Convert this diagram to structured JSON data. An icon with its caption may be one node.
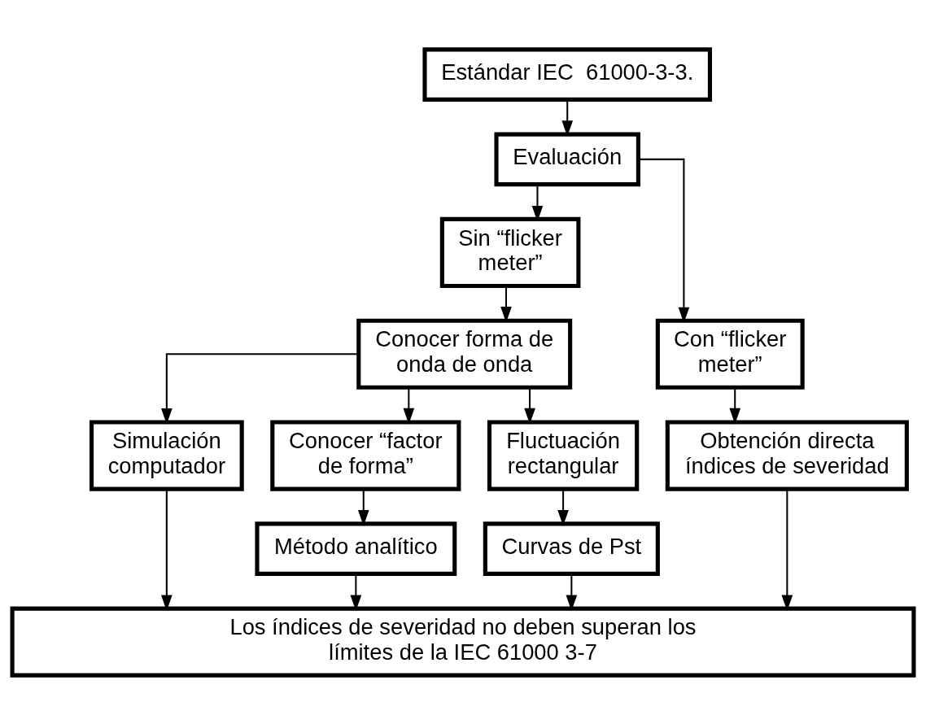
{
  "diagram": {
    "nodes": [
      {
        "text": [
          "Estándar IEC  61000-3-3."
        ]
      },
      {
        "text": [
          "Evaluación"
        ]
      },
      {
        "text": [
          "Sin “flickermeter”"
        ]
      },
      {
        "text": [
          "Conocer forma de onda de onda"
        ]
      },
      {
        "text": [
          "Con “flickermeter”"
        ]
      },
      {
        "text": [
          "Obtención directa índices de severidad"
        ]
      },
      {
        "text": [
          "Simulación computador"
        ]
      },
      {
        "text": [
          "Conocer “factor de forma”"
        ]
      },
      {
        "text": [
          "Fluctuación rectangular"
        ]
      },
      {
        "text": [
          "Método analítico"
        ]
      },
      {
        "text": [
          "Curvas de Pst"
        ]
      },
      {
        "text": [
          "Los índices de severidad no deben superan los límites de la IEC 61000 3-7"
        ]
      }
    ],
    "edges": [
      {
        "from": 0,
        "to": 1,
        "arrow": "to"
      },
      {
        "from": 1,
        "to": 2,
        "arrow": "to"
      },
      {
        "from": 1,
        "to": 4,
        "arrow": "to"
      },
      {
        "from": 2,
        "to": 3,
        "arrow": "to"
      },
      {
        "from": 3,
        "to": 6,
        "arrow": "to"
      },
      {
        "from": 3,
        "to": 7,
        "arrow": "to"
      },
      {
        "from": 3,
        "to": 8,
        "arrow": "to"
      },
      {
        "from": 4,
        "to": 5,
        "arrow": "to"
      },
      {
        "from": 7,
        "to": 9,
        "arrow": "to"
      },
      {
        "from": 8,
        "to": 10,
        "arrow": "to"
      },
      {
        "from": 5,
        "to": 11,
        "arrow": "to"
      },
      {
        "from": 6,
        "to": 11,
        "arrow": "to"
      },
      {
        "from": 9,
        "to": 11,
        "arrow": "to"
      },
      {
        "from": 10,
        "to": 11,
        "arrow": "to"
      }
    ]
  }
}
